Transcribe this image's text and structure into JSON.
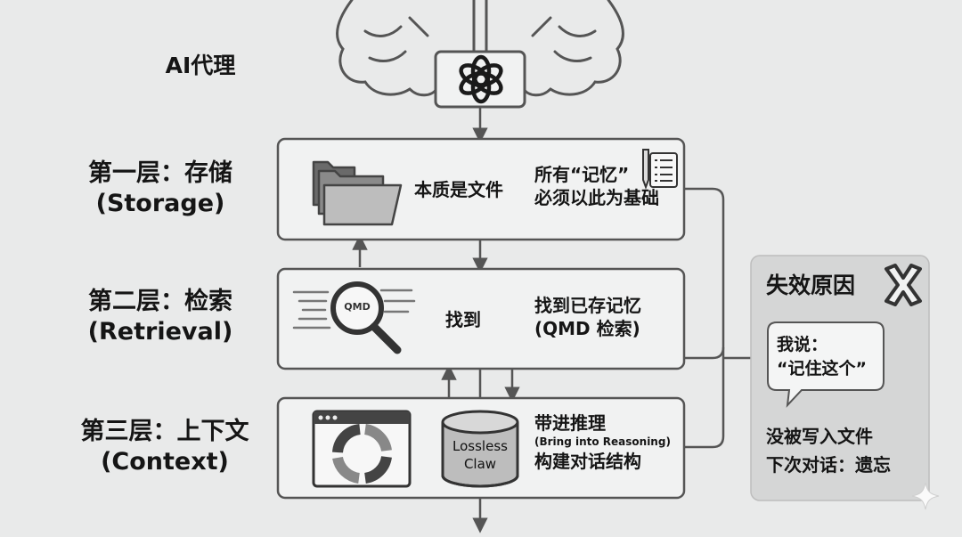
{
  "agent": {
    "label": "AI代理"
  },
  "layers": [
    {
      "title": "第一层：存储",
      "subtitle": "(Storage)",
      "middle": "本质是文件",
      "right_line1": "所有“记忆”",
      "right_line2": "必须以此为基础",
      "icons": [
        "folder-icon",
        "notepad-pen-icon"
      ]
    },
    {
      "title": "第二层：检索",
      "subtitle": "(Retrieval)",
      "icon_text": "QMD",
      "middle": "找到",
      "right_line1": "找到已存记忆",
      "right_line2": "(QMD 检索)",
      "icons": [
        "magnifier-icon"
      ]
    },
    {
      "title": "第三层：上下文",
      "subtitle": "(Context)",
      "cylinder_line1": "Lossless",
      "cylinder_line2": "Claw",
      "right_line1": "带进推理",
      "right_line2": "(Bring into Reasoning)",
      "right_line3": "构建对话结构",
      "icons": [
        "browser-window-icon",
        "database-cylinder-icon"
      ]
    }
  ],
  "failure": {
    "title": "失效原因",
    "bubble_line1": "我说：",
    "bubble_line2": "“记住这个”",
    "line1": "没被写入文件",
    "line2": "下次对话：遗忘",
    "icons": [
      "x-mark-icon",
      "speech-bubble-icon"
    ]
  },
  "colors": {
    "background": "#e9eaea",
    "stroke": "#555555",
    "box_fill": "#f1f2f2",
    "panel_fill": "#d5d6d6"
  }
}
